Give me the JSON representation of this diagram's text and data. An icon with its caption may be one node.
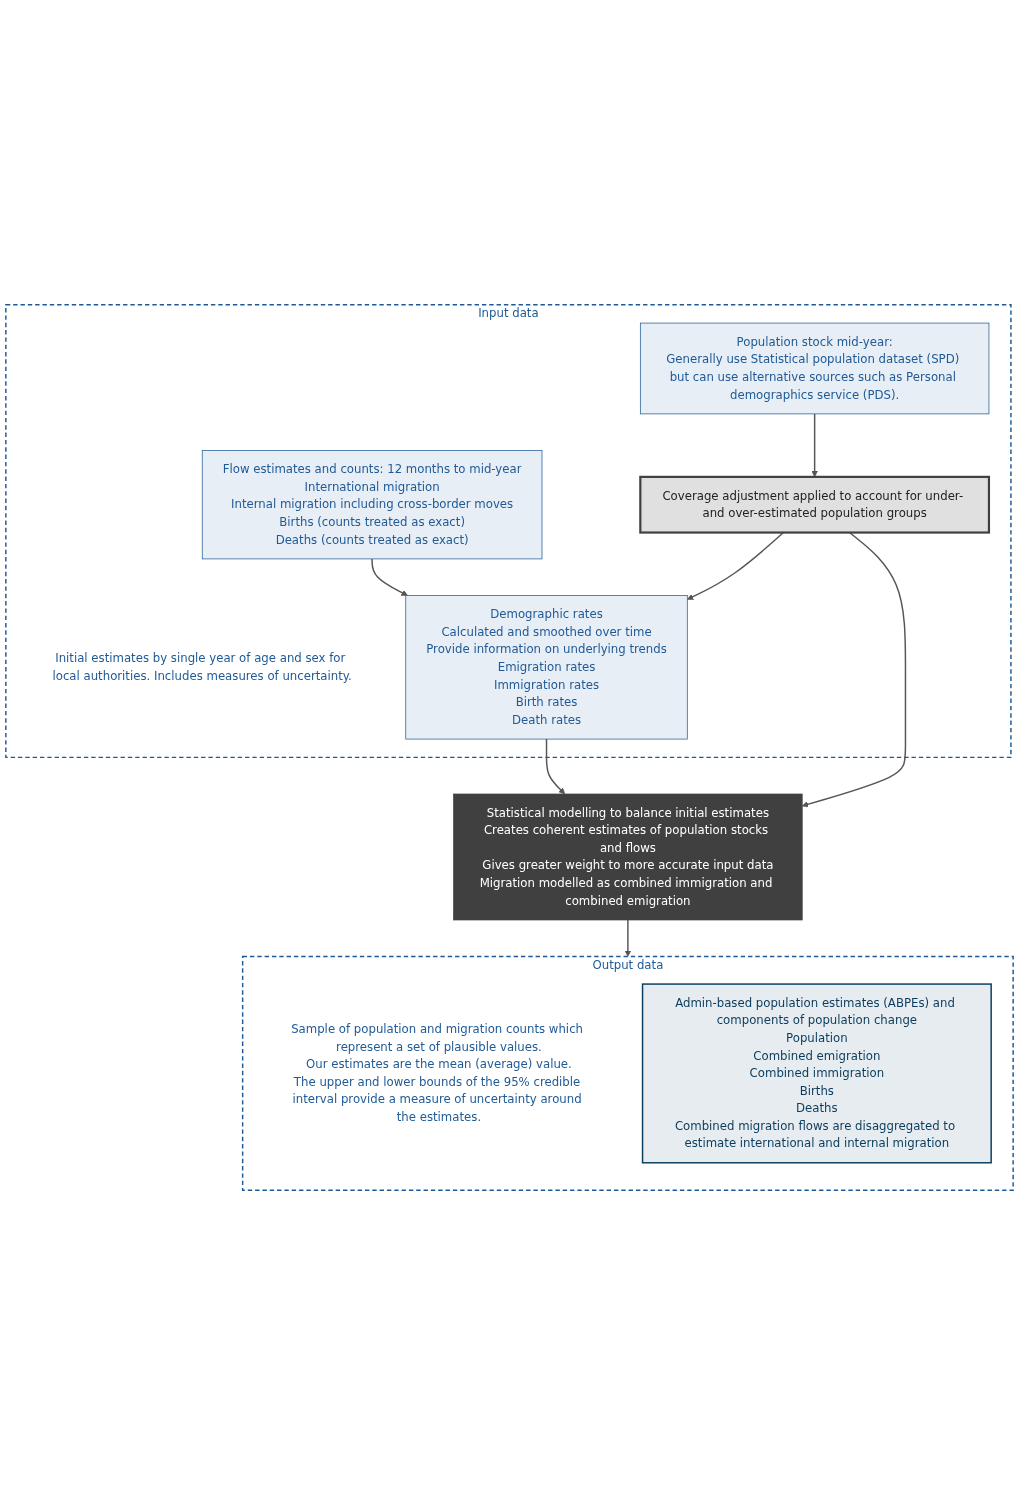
{
  "diagram": {
    "nodes": [
      {
        "text": [
          "Input data",
          "Initial estimates by single year of age and sex for local authorities. Includes measures of uncertainty."
        ]
      },
      {
        "text": [
          "Population stock mid-year:",
          "Generally use Statistical population dataset (SPD) but can use alternative sources such as Personal demographics service (PDS)."
        ],
        "in": 0
      },
      {
        "text": [
          "Flow estimates and counts: 12 months to mid-year",
          "International migration",
          "Internal migration including cross-border moves",
          "Births (counts treated as exact)",
          "Deaths (counts treated as exact)"
        ],
        "in": 0
      },
      {
        "text": [
          "Coverage adjustment applied to account for under- and over-estimated population groups"
        ],
        "in": 0
      },
      {
        "text": [
          "Demographic rates",
          "Calculated and smoothed over time",
          "Provide information on underlying trends",
          "Emigration rates",
          "Immigration rates",
          "Birth rates",
          "Death rates"
        ],
        "in": 0
      },
      {
        "text": [
          "Statistical modelling to balance initial estimates",
          "Creates coherent estimates of population stocks and flows",
          "Gives greater weight to more accurate input data",
          "Migration modelled as combined immigration and combined emigration"
        ]
      },
      {
        "text": [
          "Output data",
          "Sample of population and migration counts which represent a set of plausible values.",
          "Our estimates are the mean (average) value.",
          "The upper and lower bounds of the 95% credible interval provide a measure of uncertainty around the estimates."
        ]
      },
      {
        "text": [
          "Admin-based population estimates (ABPEs) and components of population change",
          "Population",
          "Combined emigration",
          "Combined immigration",
          "Births",
          "Deaths",
          "Combined migration flows are disaggregated to estimate international and internal migration"
        ],
        "in": 6
      }
    ],
    "edges": [
      {
        "from": 1,
        "to": 3,
        "arrow": "to"
      },
      {
        "from": 2,
        "to": 4,
        "arrow": "to"
      },
      {
        "from": 3,
        "to": 4,
        "arrow": "to"
      },
      {
        "from": 3,
        "to": 5,
        "arrow": "to"
      },
      {
        "from": 4,
        "to": 5,
        "arrow": "to"
      },
      {
        "from": 5,
        "to": 6,
        "arrow": "to"
      }
    ]
  }
}
